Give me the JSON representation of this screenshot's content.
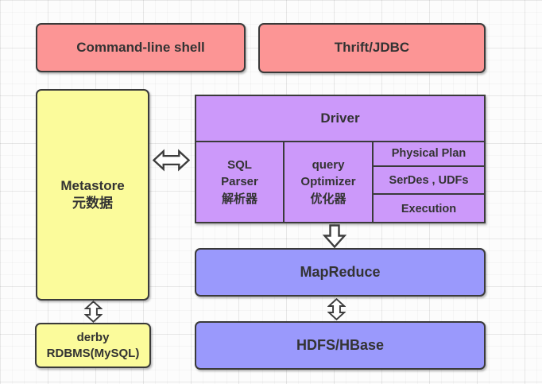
{
  "nodes": {
    "command_line_shell": {
      "label": "Command-line shell",
      "fill": "#fc9595"
    },
    "thrift_jdbc": {
      "label": "Thrift/JDBC",
      "fill": "#fc9595"
    },
    "metastore": {
      "lines": [
        "Metastore",
        "元数据"
      ],
      "fill": "#fbfb9b"
    },
    "driver": {
      "label": "Driver",
      "fill": "#cc99fa"
    },
    "sql_parser": {
      "lines": [
        "SQL",
        "Parser",
        "解析器"
      ]
    },
    "query_optimizer": {
      "lines": [
        "query",
        "Optimizer",
        "优化器"
      ]
    },
    "physical_plan": {
      "label": "Physical Plan"
    },
    "serdes_udfs": {
      "label": "SerDes , UDFs"
    },
    "execution": {
      "label": "Execution"
    },
    "mapreduce": {
      "label": "MapReduce",
      "fill": "#9a99fc"
    },
    "hdfs_hbase": {
      "label": "HDFS/HBase",
      "fill": "#9a99fc"
    },
    "derby_rdbms": {
      "lines": [
        "derby",
        "RDBMS(MySQL)"
      ],
      "fill": "#fbfb9b"
    }
  },
  "connectors": {
    "metastore_driver": "double-headed horizontal arrow",
    "driver_mapreduce": "down arrow",
    "mapreduce_hdfs": "double-headed vertical arrow",
    "metastore_derby": "double-headed vertical arrow"
  },
  "colors": {
    "border": "#3a3a3a",
    "text": "#333333",
    "canvas_bg": "#fcfcfc",
    "grid_line": "#ededed"
  }
}
